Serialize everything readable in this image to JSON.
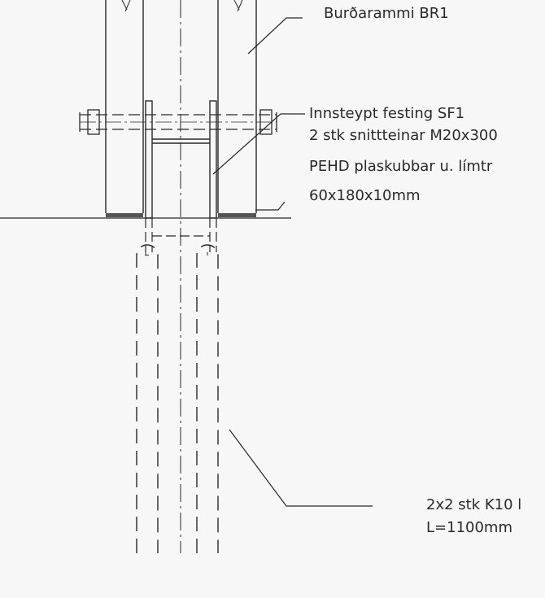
{
  "labels": {
    "beam": "Burðarammi BR1",
    "anchor_title": "Innsteypt festing SF1",
    "anchor_bolts": "2 stk snittteinar M20x300",
    "anchor_blocks": "PEHD plaskubbar u. límtr",
    "anchor_size": "60x180x10mm",
    "rebar": "2x2 stk K10 l",
    "rebar_length": "L=1100mm"
  },
  "colors": {
    "line": "#2a2a2a",
    "background": "#f7f7f7",
    "pad": "#555555"
  }
}
